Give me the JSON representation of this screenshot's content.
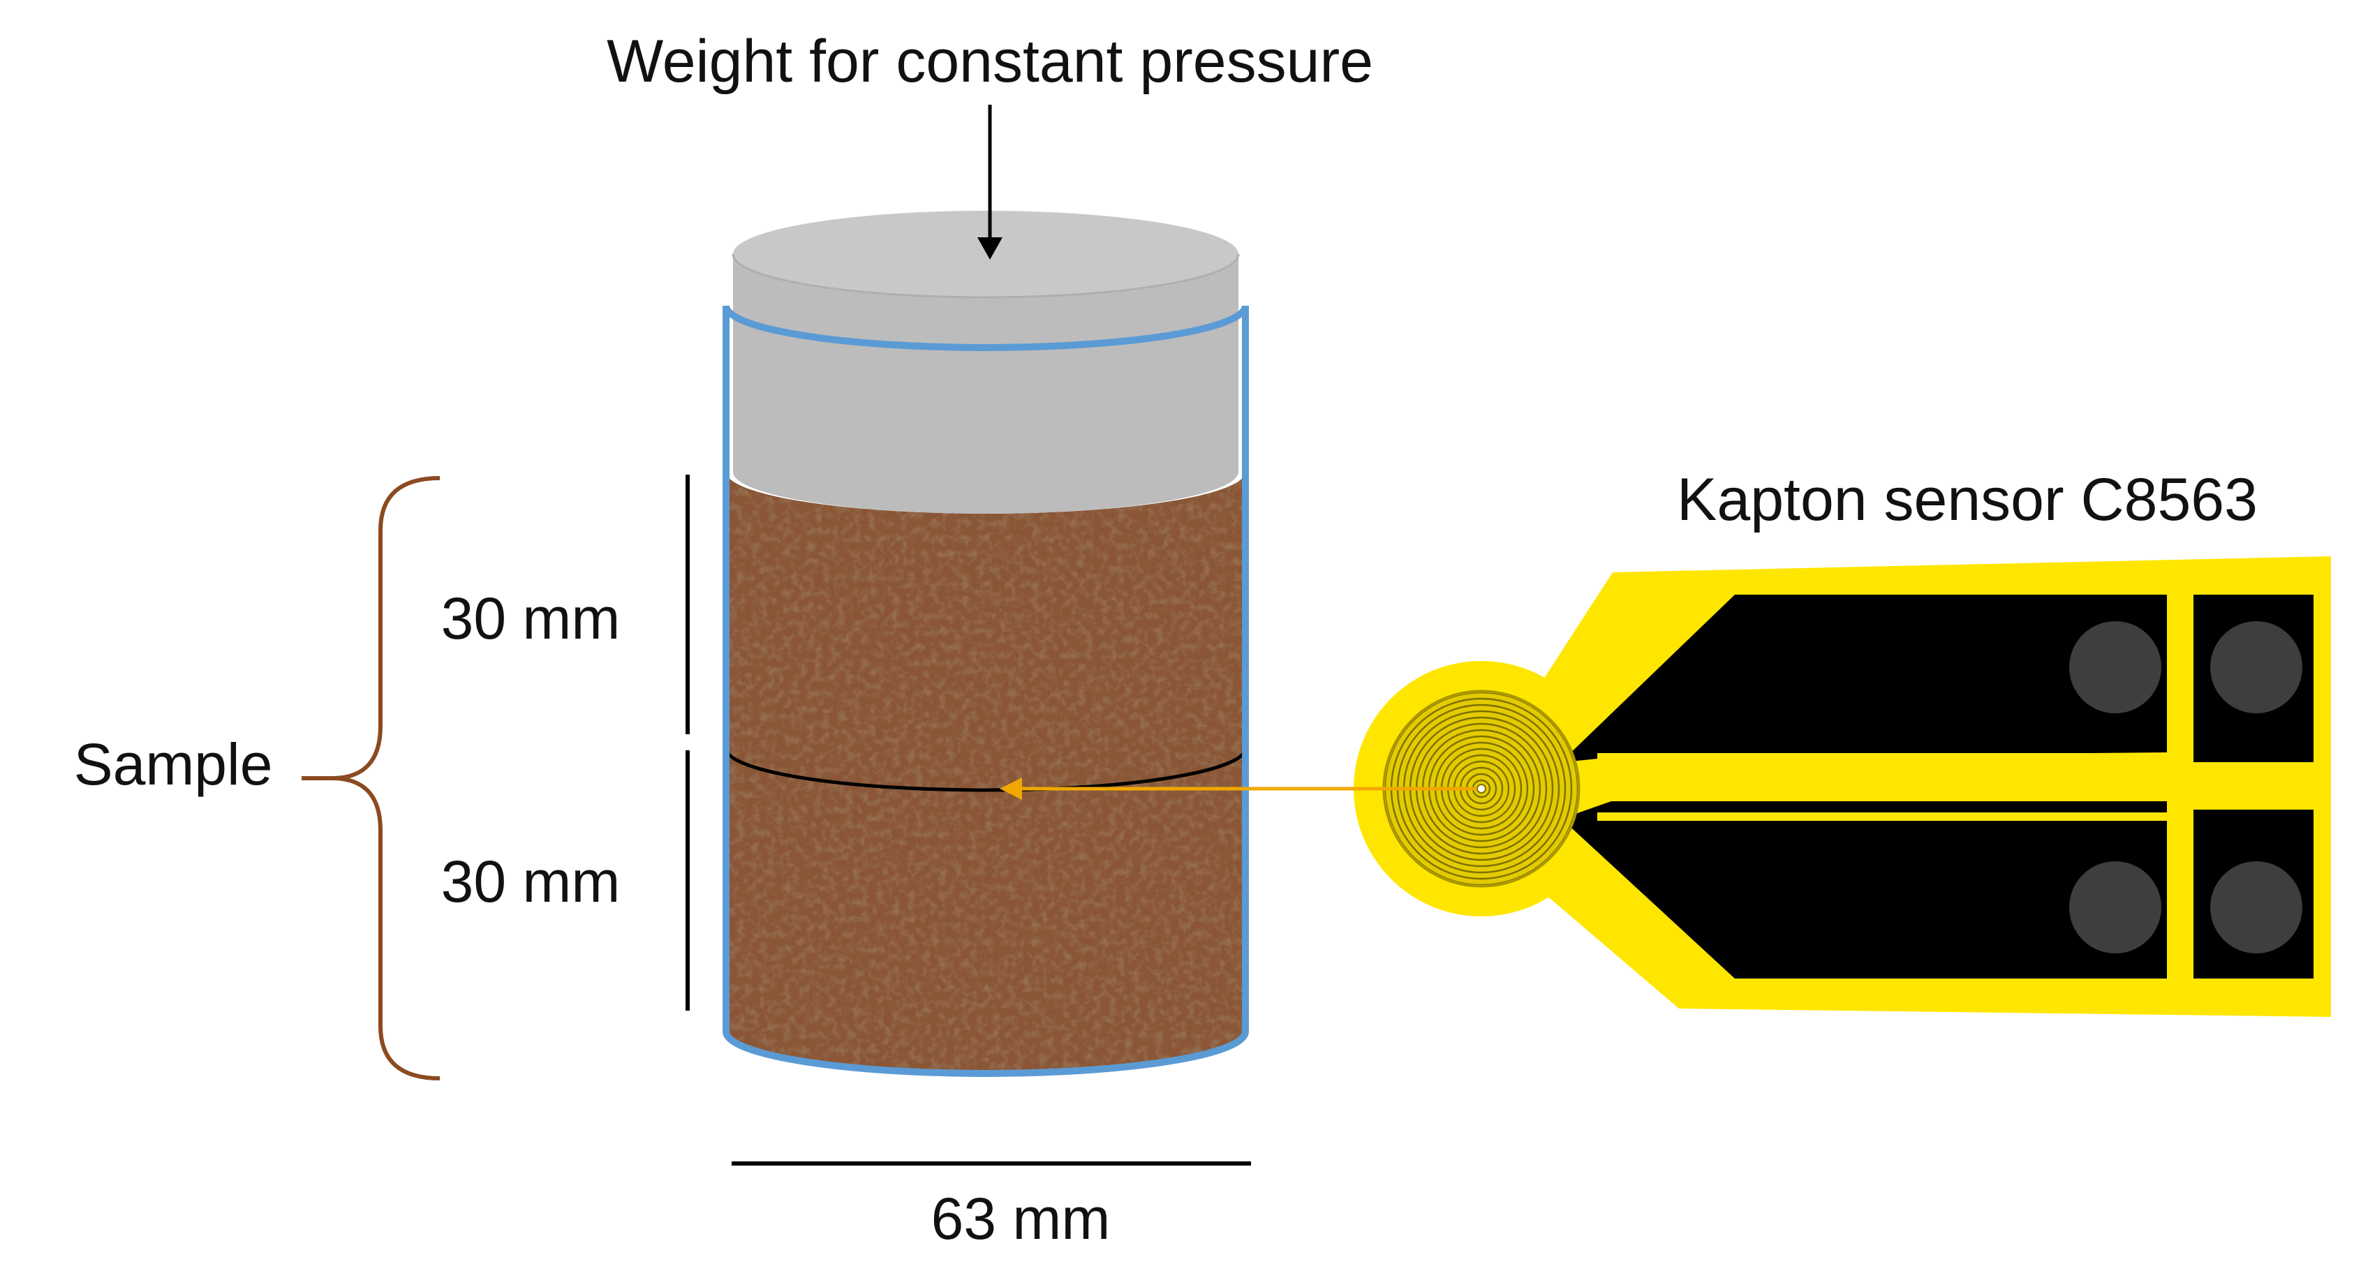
{
  "labels": {
    "weight": "Weight for constant pressure",
    "sensor": "Kapton sensor C8563",
    "sample": "Sample",
    "upper_height": "30 mm",
    "lower_height": "30 mm",
    "diameter": "63 mm"
  },
  "colors": {
    "soil": "#7a4a2c",
    "weight": "#bdbcbc",
    "cylinder_outline": "#5b9bd5",
    "brace": "#8b4a20",
    "sensor_frame": "#ffe600",
    "sensor_body": "#000000",
    "sensor_arrow": "#f0a800",
    "sensor_spiral": "#b7a80a"
  },
  "icons": {
    "weight_arrow": "arrow-down-icon",
    "sensor_arrow": "arrow-left-icon"
  }
}
